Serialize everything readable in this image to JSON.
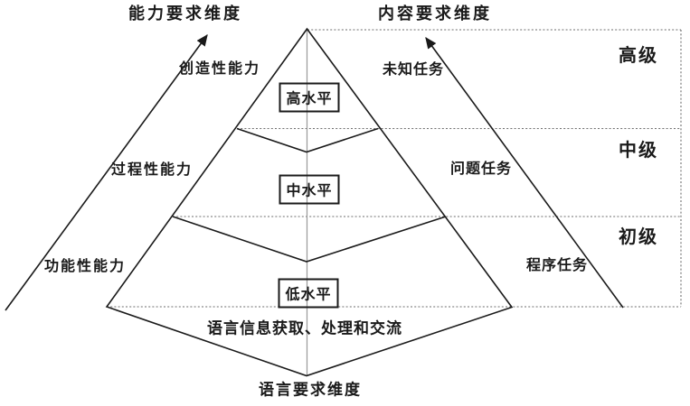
{
  "pyramid": {
    "ability_axis_label": "能力要求维度",
    "content_axis_label": "内容要求维度",
    "language_axis_label": "语言要求维度",
    "ability_labels": [
      "创造性能力",
      "过程性能力",
      "功能性能力"
    ],
    "task_labels": [
      "未知任务",
      "问题任务",
      "程序任务"
    ],
    "grade_labels": [
      "高级",
      "中级",
      "初级"
    ],
    "level_box_labels": [
      "高水平",
      "中水平",
      "低水平"
    ],
    "base_label": "语言信息获取、处理和交流"
  },
  "colors": {
    "line": "#1a1a1a",
    "dotted_line": "#6e6e6e",
    "center_line": "#9a9a9a",
    "background": "#ffffff"
  }
}
